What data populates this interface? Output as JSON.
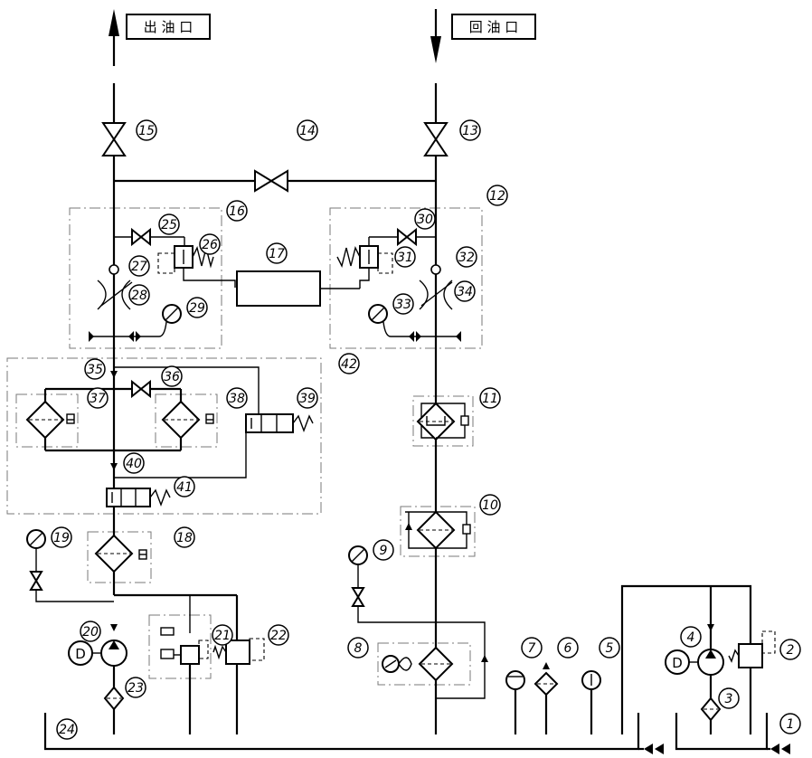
{
  "outlet": {
    "label": "出 油 口"
  },
  "return": {
    "label": "回 油 口"
  },
  "components": {
    "c1": "1",
    "c2": "2",
    "c3": "3",
    "c4": "4",
    "c5": "5",
    "c6": "6",
    "c7": "7",
    "c8": "8",
    "c9": "9",
    "c10": "10",
    "c11": "11",
    "c12": "12",
    "c13": "13",
    "c14": "14",
    "c15": "15",
    "c16": "16",
    "c17": "17",
    "c18": "18",
    "c19": "19",
    "c20": "20",
    "c21": "21",
    "c22": "22",
    "c23": "23",
    "c24": "24",
    "c25": "25",
    "c26": "26",
    "c27": "27",
    "c28": "28",
    "c29": "29",
    "c30": "30",
    "c31": "31",
    "c32": "32",
    "c33": "33",
    "c34": "34",
    "c35": "35",
    "c36": "36",
    "c37": "37",
    "c38": "38",
    "c39": "39",
    "c40": "40",
    "c41": "41",
    "c42": "42"
  },
  "motor": {
    "letter": "D"
  }
}
